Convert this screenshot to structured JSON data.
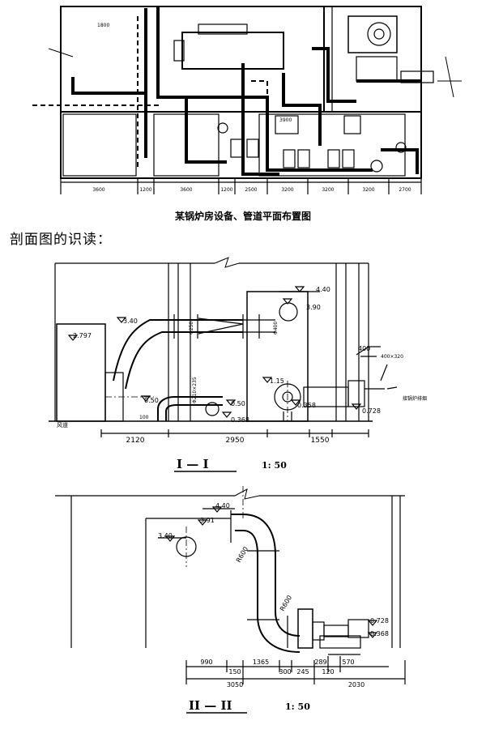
{
  "plan": {
    "caption": "某锅炉房设备、管道平面布置图",
    "dims_bottom": [
      "3600",
      "1200",
      "3600",
      "1200",
      "2500",
      "3200",
      "3200",
      "3200",
      "2700"
    ],
    "dims_top_small": [
      "1800",
      "3900"
    ]
  },
  "heading": "剖面图的识读：",
  "section1": {
    "title": "I — I",
    "scale": "1: 50",
    "levels": [
      "4.40",
      "3.90",
      "3.40",
      "2.797",
      "1.15",
      "0.50",
      "0.50",
      "0.368",
      "0.358",
      "0.728"
    ],
    "dims_bottom": [
      "2120",
      "2950",
      "1550"
    ],
    "dim_400": "400",
    "duct_size": "400×320",
    "label_floor": "风道",
    "label_pipe": "接锅炉排烟",
    "pipe_labels": [
      "Φ400",
      "Φ250",
      "Φ210×235"
    ],
    "dim_100": "100"
  },
  "section2": {
    "title": "II — II",
    "scale": "1: 50",
    "levels": [
      "4.40",
      "3.91",
      "3.40",
      "0.728",
      "0.368"
    ],
    "radius_labels": [
      "R600",
      "R600"
    ],
    "dims_row1": [
      "990",
      "1365",
      "289",
      "570"
    ],
    "dims_row2": [
      "150",
      "300",
      "245",
      "120"
    ],
    "dims_row3": [
      "3050",
      "2030"
    ]
  }
}
